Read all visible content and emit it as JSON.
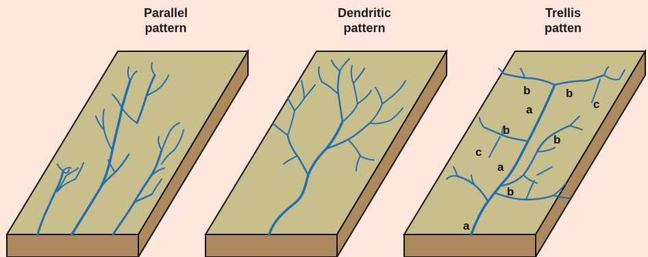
{
  "panels": [
    {
      "title_line1": "Parallel",
      "title_line2": "pattern"
    },
    {
      "title_line1": "Dendritic",
      "title_line2": "pattern"
    },
    {
      "title_line1": "Trellis",
      "title_line2": "patten"
    }
  ],
  "trellis_labels": {
    "a": "a",
    "b": "b",
    "c": "c"
  },
  "colors": {
    "background": "#fde6dc",
    "block_top": "#c8bf8c",
    "block_side": "#ad8a5e",
    "river": "#1f6eb0"
  }
}
